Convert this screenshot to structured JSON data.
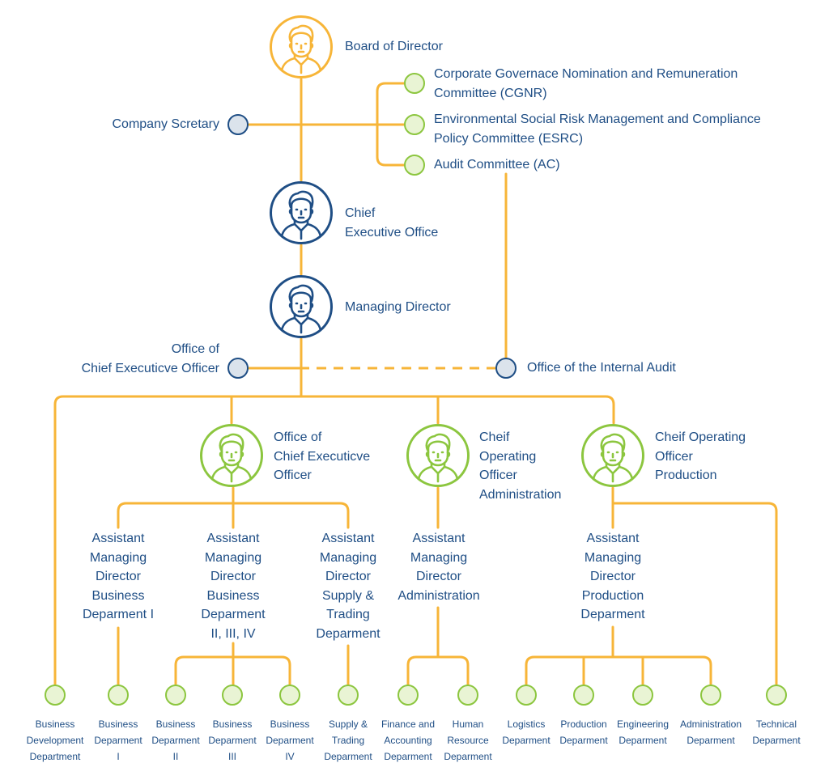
{
  "colors": {
    "connector": "#f7b538",
    "navy": "#1f4e85",
    "green": "#8cc63f",
    "green_fill": "#e9f4d4",
    "gray_fill": "#dbe3ec",
    "text": "#1f4e85"
  },
  "icons": {
    "person": "person-avatar-icon"
  },
  "nodes": {
    "board": "Board of Director",
    "cgnr": "Corporate Governace Nomination and Remuneration\nCommittee (CGNR)",
    "esrc": "Environmental Social Risk Management and Compliance\nPolicy Committee (ESRC)",
    "ac": "Audit Committee (AC)",
    "secretary": "Company Scretary",
    "ceo": "Chief\nExecutive Office",
    "md": "Managing Director",
    "office_ceo_left": "Office of\nChief Executicve Officer",
    "internal_audit": "Office of the Internal Audit",
    "office_ceo_mid": "Office of\nChief Executicve\nOfficer",
    "coo_admin": "Cheif\nOperating\nOfficer\nAdministration",
    "coo_prod": "Cheif Operating\nOfficer\nProduction"
  },
  "assistants": {
    "bd1": "Assistant\nManaging\nDirector\nBusiness\nDeparment I",
    "bd234": "Assistant\nManaging\nDirector\nBusiness\nDeparment\nII, III, IV",
    "supply": "Assistant\nManaging\nDirector\nSupply &\nTrading\nDeparment",
    "admin": "Assistant\nManaging\nDirector\nAdministration",
    "production": "Assistant\nManaging\nDirector\nProduction\nDeparment"
  },
  "departments": [
    "Business\nDevelopment\nDepartment",
    "Business\nDeparment\nI",
    "Business\nDeparment\nII",
    "Business\nDeparment\nIII",
    "Business\nDeparment\nIV",
    "Supply &\nTrading\nDeparment",
    "Finance and\nAccounting\nDeparment",
    "Human\nResource\nDeparment",
    "Logistics\nDeparment",
    "Production\nDeparment",
    "Engineering\nDeparment",
    "Administration\nDeparment",
    "Technical\nDeparment"
  ]
}
